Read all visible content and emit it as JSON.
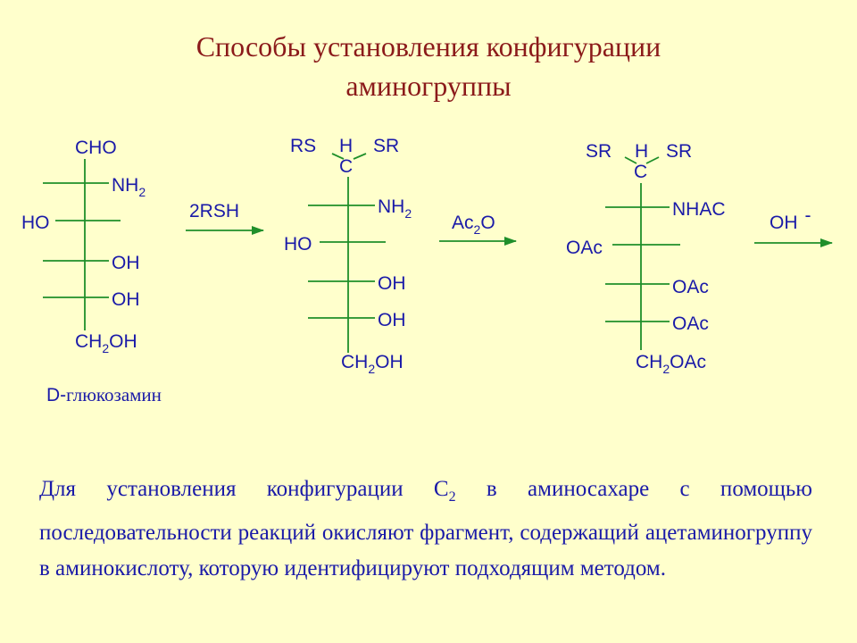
{
  "title": {
    "line1": "Способы установления конфигурации",
    "line2": "аминогруппы"
  },
  "colors": {
    "background": "#ffffcc",
    "title": "#8b1a1a",
    "text": "#1a1aa8",
    "bonds": "#1f8f2a"
  },
  "structure1": {
    "top": "CHO",
    "nh_main": "NH",
    "nh_sub": "2",
    "ho": "HO",
    "oh1": "OH",
    "oh2": "OH",
    "ch_main": "CH",
    "ch_sub": "2",
    "ch_end": "OH",
    "name_prefix": "D-",
    "name_word": "глюкозамин"
  },
  "arrow1": {
    "label": "2RSH"
  },
  "structure2": {
    "rs": "RS",
    "h": "H",
    "sr": "SR",
    "c": "C",
    "nh_main": "NH",
    "nh_sub": "2",
    "ho": "HO",
    "oh1": "OH",
    "oh2": "OH",
    "ch_main": "CH",
    "ch_sub": "2",
    "ch_end": "OH"
  },
  "arrow2": {
    "label_main": "Ac",
    "label_sub": "2",
    "label_end": "O"
  },
  "structure3": {
    "sr_left": "SR",
    "h": "H",
    "sr_right": "SR",
    "c": "C",
    "nhac": "NHAC",
    "oac_left": "OAc",
    "oac1": "OAc",
    "oac2": "OAc",
    "ch_main": "CH",
    "ch_sub": "2",
    "ch_end": "OAc"
  },
  "arrow3": {
    "label": "OH",
    "charge": "-"
  },
  "paragraph": {
    "part1": "Для установления конфигурации C",
    "sub": "2",
    "part2": " в аминосахаре с помощью последовательности реакций окисляют фрагмент, содержащий ацетаминогруппу в аминокислоту, которую идентифицируют подходящим методом."
  }
}
